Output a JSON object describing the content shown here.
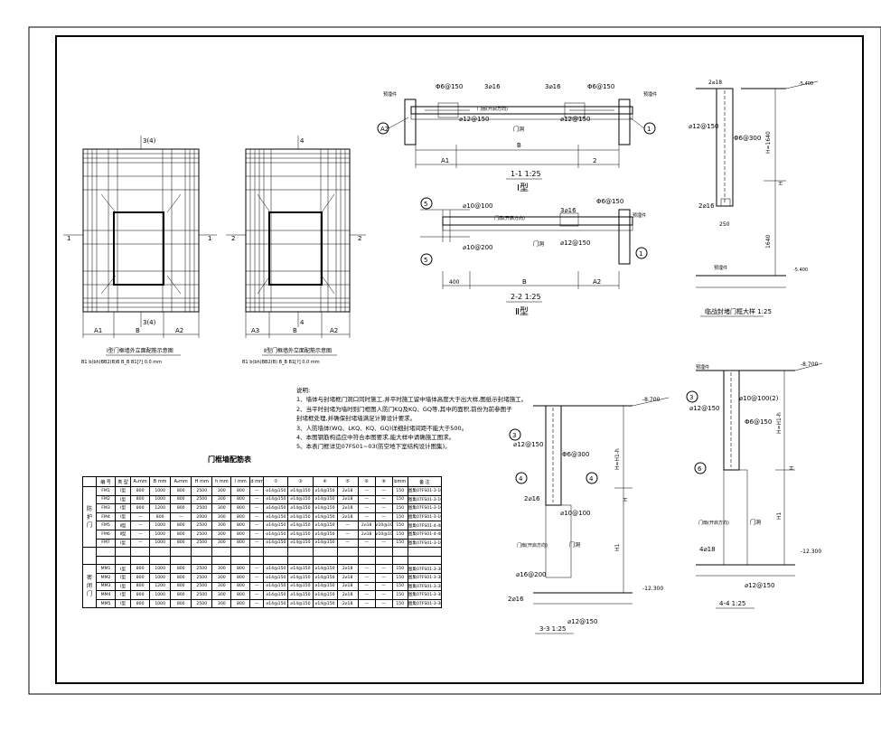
{
  "elev_views": [
    {
      "marks": [
        "3(4)",
        "3(4)",
        "1",
        "1"
      ],
      "dims": [
        "A1",
        "B",
        "A2"
      ],
      "title": "Ⅰ型门框墙外立面配筋示意图",
      "note": "B1 b(bh)BB2(B)B B_B B1[?] 0.0 mm"
    },
    {
      "marks": [
        "4",
        "4",
        "2",
        "2"
      ],
      "dims": [
        "A3",
        "B",
        "A2"
      ],
      "title": "Ⅱ型门框墙外立面配筋示意图",
      "note": "B1 b(bh)BB2(B) B_B B1[?] 0.0 mm"
    }
  ],
  "sec11": {
    "labels": [
      "Φ6@150",
      "3⌀16",
      "门扇(开启方向)",
      "3⌀16",
      "Φ6@150",
      "⌀12@150",
      "⌀12@150",
      "门洞",
      "B",
      "A1",
      "A2",
      "1",
      "2",
      "预埋件",
      "预埋件"
    ],
    "title": "1-1 1:25",
    "type": "Ⅰ型"
  },
  "sec22": {
    "labels": [
      "⌀10@100",
      "3⌀16",
      "Φ6@150",
      "门扇(开启方向)",
      "⌀12@150",
      "⌀10@200",
      "门洞",
      "400",
      "B",
      "A2",
      "5",
      "5",
      "1",
      "预埋件"
    ],
    "title": "2-2 1:25",
    "type": "Ⅱ型"
  },
  "beam_detail": {
    "labels": [
      "2⌀18",
      "⌀12@150",
      "Φ6@300",
      "2⌀16",
      "250",
      "H=1640",
      "H",
      "1640",
      "-5.400",
      "预埋件"
    ],
    "title": "临战封堵门框大样 1:25"
  },
  "notes": [
    "说明:",
    "1、墙体与封堵框门洞口同时施工,并平时施工留中墙体高度大于出大样,图纸示封堵施工。",
    "2、当平时封堵为墙时则门框图人防门KQ及KQ、GQ等,其中的面积,前份为前参图子",
    "    封堵框处理,并确保封堵墙满足计算设计要求。",
    "3、人防墙体(WQ、LKQ、KQ、GQ)详细封堵间距不能大于500。",
    "4、本图钢筋构造应中符合本图要求,能大样中请确施工图求。",
    "5、本表门框详见07FS01~03(防空地下室结构设计图集)。"
  ],
  "sec33": {
    "labels": [
      "⌀12@150",
      "Φ6@300",
      "2⌀16",
      "⌀10@100",
      "⌀16@200",
      "2⌀16",
      "⌀12@150",
      "门扇(开启方向)",
      "门洞",
      "-8.700",
      "-12.300",
      "H",
      "H1",
      "H=H1-h",
      "3",
      "4",
      "4"
    ],
    "title": "3-3 1:25"
  },
  "sec44": {
    "labels": [
      "⌀10@100(2)",
      "⌀12@150",
      "Φ6@150",
      "4⌀18",
      "⌀12@150",
      "门扇(开启方向)",
      "门洞",
      "-8.700",
      "-12.300",
      "H",
      "H1",
      "H=H1-h",
      "3",
      "6",
      "预埋件"
    ],
    "title": "4-4 1:25"
  },
  "table": {
    "title": "门框墙配筋表",
    "headers": [
      "",
      "编 号",
      "类 型",
      "A₁mm",
      "B mm",
      "A₂mm",
      "H mm",
      "h mm",
      "l mm",
      "d mm",
      "①",
      "③",
      "④",
      "⑤",
      "⑥",
      "⑧",
      "bmm",
      "备 注"
    ],
    "groups": [
      {
        "name": "防护门",
        "rows": [
          [
            "FM1",
            "Ⅰ型",
            "800",
            "1000",
            "800",
            "2500",
            "300",
            "800",
            "—",
            "⌀14@150",
            "⌀14@150",
            "⌀14@150",
            "2⌀18",
            "—",
            "—",
            "150",
            "图集07FS01-3-16"
          ],
          [
            "FM2",
            "Ⅰ型",
            "800",
            "1000",
            "800",
            "2500",
            "300",
            "800",
            "—",
            "⌀14@150",
            "⌀14@150",
            "⌀14@150",
            "2⌀18",
            "—",
            "—",
            "150",
            "图集07FS01-3-16"
          ],
          [
            "FM3",
            "Ⅰ型",
            "800",
            "1200",
            "800",
            "2500",
            "300",
            "800",
            "—",
            "⌀14@150",
            "⌀14@150",
            "⌀14@150",
            "2⌀18",
            "—",
            "—",
            "150",
            "图集07FS01-3-16"
          ],
          [
            "FM4",
            "Ⅰ型",
            "—",
            "800",
            "—",
            "2000",
            "300",
            "800",
            "—",
            "⌀14@150",
            "⌀14@150",
            "⌀14@150",
            "2⌀18",
            "—",
            "—",
            "150",
            "图集07FS01-3-16"
          ],
          [
            "FM5",
            "Ⅱ型",
            "—",
            "1000",
            "800",
            "2500",
            "300",
            "800",
            "—",
            "⌀14@150",
            "⌀14@150",
            "⌀14@150",
            "—",
            "2⌀18",
            "⌀10@100",
            "150",
            "图集07FS01-4-48"
          ],
          [
            "FM6",
            "Ⅱ型",
            "—",
            "1000",
            "800",
            "2500",
            "300",
            "800",
            "—",
            "⌀14@150",
            "⌀14@150",
            "⌀14@150",
            "—",
            "2⌀18",
            "⌀10@100",
            "150",
            "图集07FS01-4-48"
          ],
          [
            "FM7",
            "Ⅰ型",
            "—",
            "1000",
            "800",
            "2500",
            "300",
            "800",
            "—",
            "⌀14@150",
            "⌀14@150",
            "⌀14@150",
            "—",
            "—",
            "—",
            "150",
            "图集07FS01-3-16"
          ]
        ]
      },
      {
        "name": "",
        "rows": [
          [
            "",
            "",
            "",
            "",
            "",
            "",
            "",
            "",
            "",
            "",
            "",
            "",
            "",
            "",
            "",
            "",
            ""
          ],
          [
            "",
            "",
            "",
            "",
            "",
            "",
            "",
            "",
            "",
            "",
            "",
            "",
            "",
            "",
            "",
            "",
            ""
          ]
        ]
      },
      {
        "name": "密闭门",
        "rows": [
          [
            "MM1",
            "Ⅰ型",
            "800",
            "1000",
            "800",
            "2500",
            "300",
            "800",
            "—",
            "⌀14@150",
            "⌀14@150",
            "⌀14@150",
            "2⌀18",
            "—",
            "—",
            "150",
            "图集07FS01-3-38"
          ],
          [
            "MM2",
            "Ⅰ型",
            "800",
            "1000",
            "800",
            "2500",
            "300",
            "800",
            "—",
            "⌀14@150",
            "⌀14@150",
            "⌀14@150",
            "2⌀18",
            "—",
            "—",
            "150",
            "图集07FS01-3-38"
          ],
          [
            "MM3",
            "Ⅰ型",
            "800",
            "1200",
            "800",
            "2500",
            "300",
            "800",
            "—",
            "⌀14@150",
            "⌀14@150",
            "⌀14@150",
            "2⌀18",
            "—",
            "—",
            "150",
            "图集07FS01-3-38"
          ],
          [
            "MM4",
            "Ⅰ型",
            "800",
            "1000",
            "800",
            "2500",
            "300",
            "800",
            "—",
            "⌀14@150",
            "⌀14@150",
            "⌀14@150",
            "2⌀18",
            "—",
            "—",
            "150",
            "图集07FS01-3-38"
          ],
          [
            "MM5",
            "Ⅰ型",
            "800",
            "1000",
            "800",
            "2500",
            "300",
            "800",
            "—",
            "⌀14@150",
            "⌀14@150",
            "⌀14@150",
            "2⌀18",
            "—",
            "—",
            "150",
            "图集07FS01-3-38"
          ]
        ]
      }
    ]
  }
}
